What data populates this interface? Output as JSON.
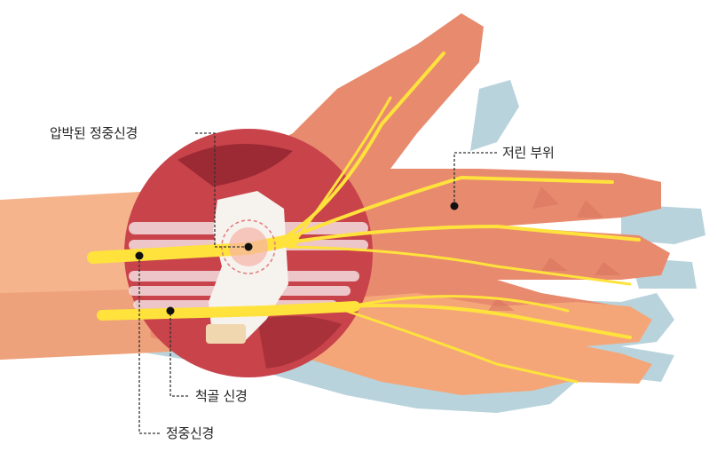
{
  "labels": {
    "compressed_median_nerve": "압박된 정중신경",
    "numb_area": "저린 부위",
    "ulnar_nerve": "척골 신경",
    "median_nerve": "정중신경"
  },
  "colors": {
    "background": "#ffffff",
    "shadow": "#b9d3dc",
    "arm": "#f6b48d",
    "hand_back": "#e88a6e",
    "hand_front": "#f4a679",
    "muscle": "#c9434b",
    "muscle_dark": "#9c2a35",
    "tendon": "#f3dede",
    "ligament": "#f6f2ee",
    "nerve": "#ffe23c",
    "leader_line": "#333333"
  }
}
